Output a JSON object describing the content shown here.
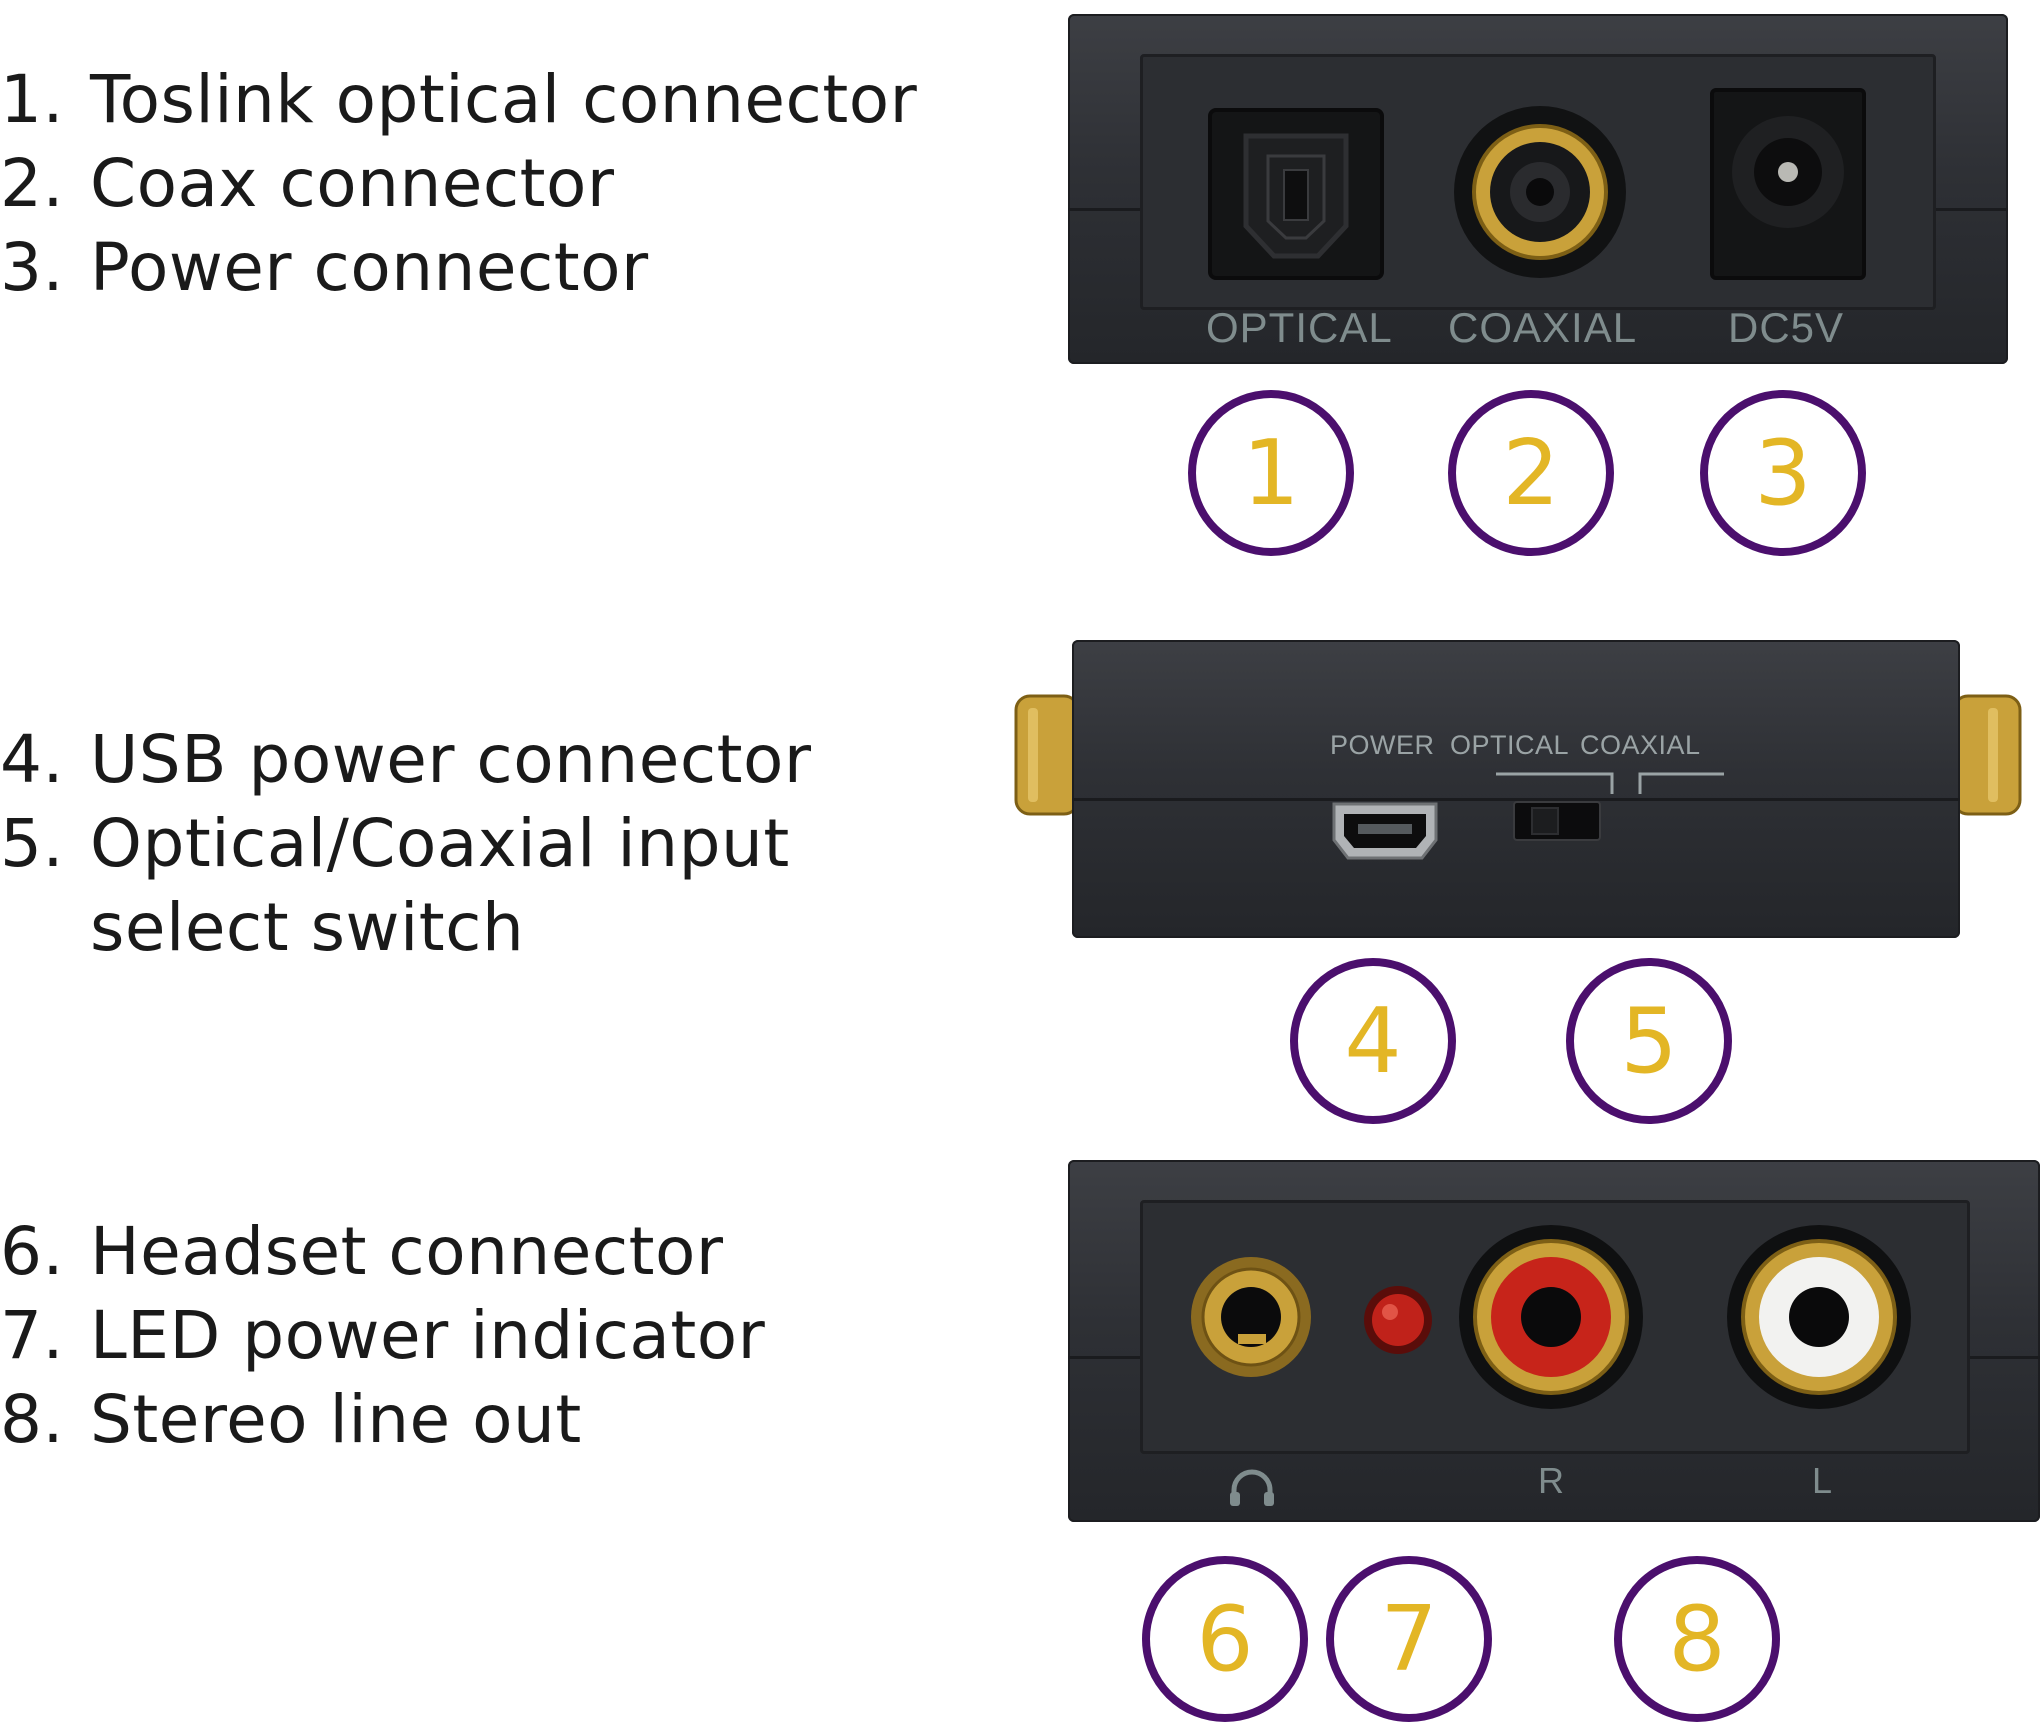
{
  "legend_groups": [
    [
      {
        "num": "1.",
        "text": "Toslink optical connector"
      },
      {
        "num": "2.",
        "text": "Coax connector"
      },
      {
        "num": "3.",
        "text": "Power connector"
      }
    ],
    [
      {
        "num": "4.",
        "text": "USB power connector"
      },
      {
        "num": "5.",
        "text": "Optical/Coaxial input\nselect switch"
      }
    ],
    [
      {
        "num": "6.",
        "text": "Headset connector"
      },
      {
        "num": "7.",
        "text": "LED power indicator"
      },
      {
        "num": "8.",
        "text": "Stereo line out"
      }
    ]
  ],
  "device_top": {
    "labels": [
      "OPTICAL",
      "COAXIAL",
      "DC5V"
    ]
  },
  "device_middle": {
    "labels": [
      "POWER",
      "OPTICAL",
      "COAXIAL"
    ]
  },
  "device_bottom": {
    "labels": [
      "R",
      "L"
    ],
    "icons": [
      "headphones-icon"
    ]
  },
  "callouts": [
    "1",
    "2",
    "3",
    "4",
    "5",
    "6",
    "7",
    "8"
  ],
  "colors": {
    "callout_ring": "#4b0f6d",
    "callout_number": "#e3b625",
    "device_body": "#2e3035",
    "device_label": "#7f8c8d",
    "gold": "#c9a13a",
    "led": "#c0221a"
  }
}
